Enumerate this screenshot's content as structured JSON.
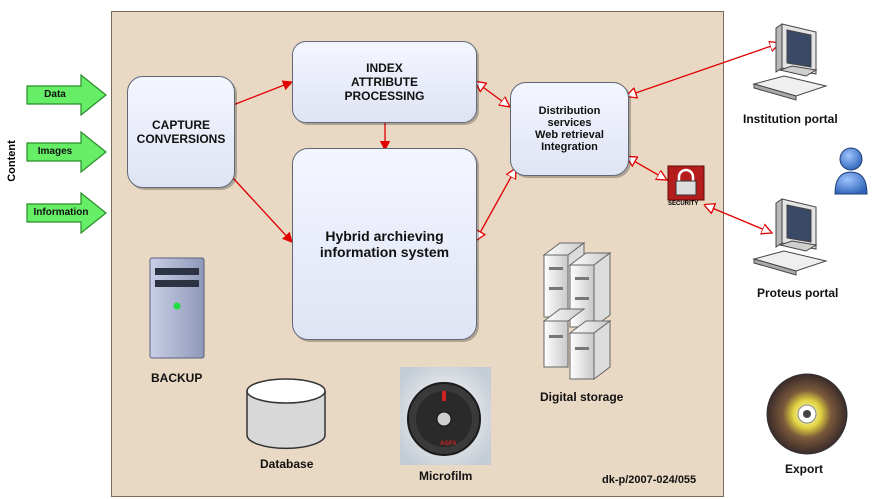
{
  "content_label": "Content",
  "inputs": [
    "Data",
    "Images",
    "Information"
  ],
  "boxes": {
    "capture": "CAPTURE\nCONVERSIONS",
    "index": "INDEX\nATTRIBUTE\nPROCESSING",
    "hybrid": "Hybrid archieving\ninformation system",
    "distribution": "Distribution\nservices\nWeb retrieval\nIntegration"
  },
  "labels": {
    "backup": "BACKUP",
    "database": "Database",
    "microfilm": "Microfilm",
    "digital_storage": "Digital storage",
    "institution_portal": "Institution portal",
    "proteus_portal": "Proteus portal",
    "export": "Export",
    "security": "SECURITY",
    "doc_id": "dk-p/2007-024/055",
    "microfilm_brand": "AGFA"
  },
  "colors": {
    "panel": "#e8d8c4",
    "connector": "#e00000",
    "input_arrow": "#66ee66"
  }
}
